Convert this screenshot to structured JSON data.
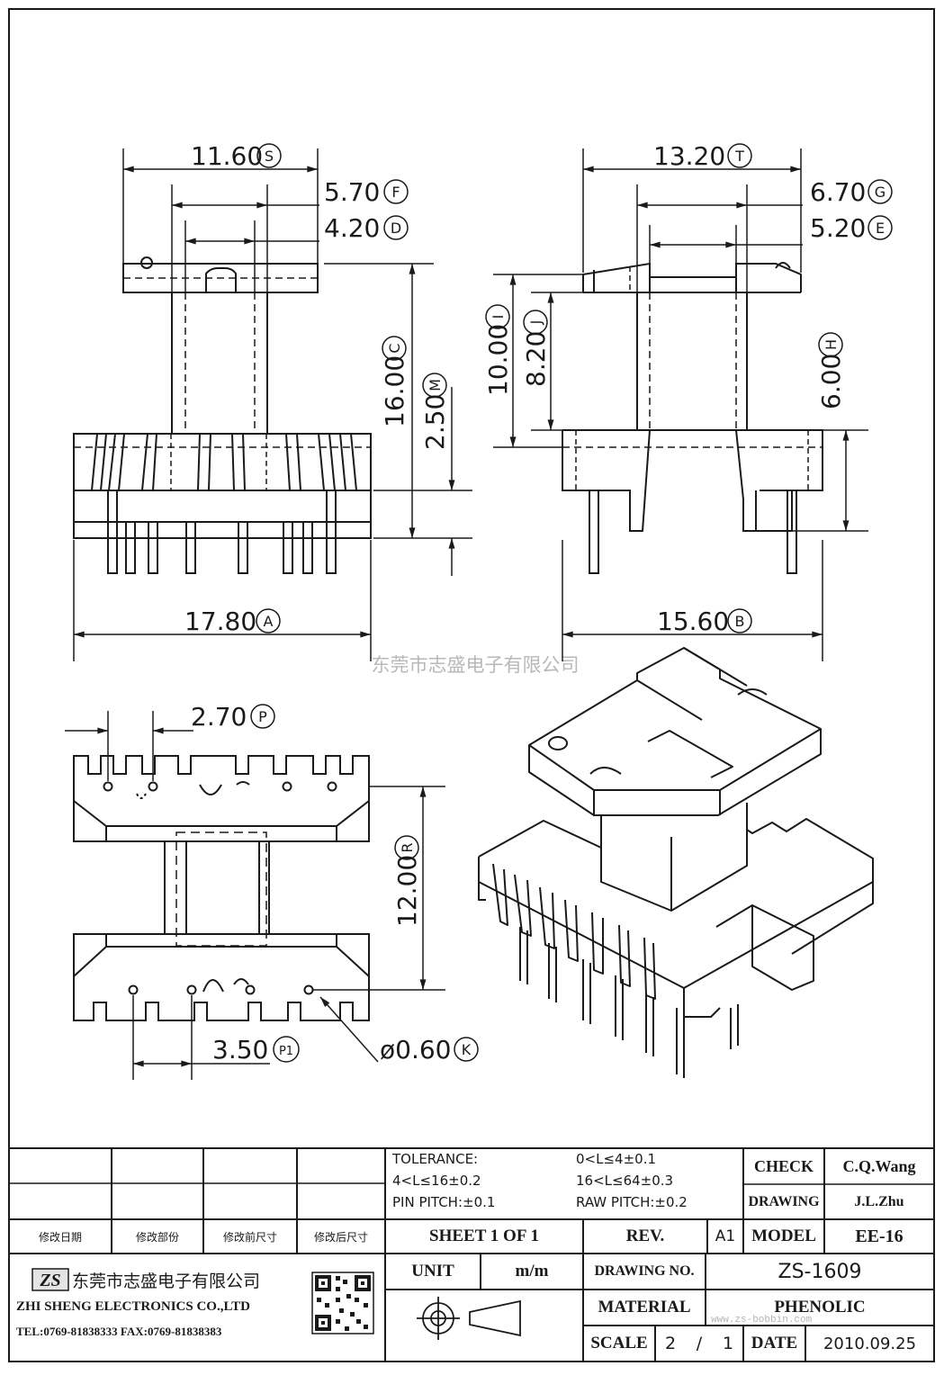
{
  "watermark": "东莞市志盛电子有限公司",
  "website": "www.zs-bobbin.com",
  "dims": {
    "s": "11.60",
    "f": "5.70",
    "d": "4.20",
    "c": "16.00",
    "m": "2.50",
    "a": "17.80",
    "t": "13.20",
    "g": "6.70",
    "e": "5.20",
    "i": "10.00",
    "j": "8.20",
    "h": "6.00",
    "b": "15.60",
    "p": "2.70",
    "r": "12.00",
    "p1": "3.50",
    "k": "ø0.60"
  },
  "dim_letters": {
    "s": "S",
    "f": "F",
    "d": "D",
    "c": "C",
    "m": "M",
    "a": "A",
    "t": "T",
    "g": "G",
    "e": "E",
    "i": "I",
    "j": "J",
    "h": "H",
    "b": "B",
    "p": "P",
    "r": "R",
    "p1": "P1",
    "k": "K"
  },
  "title_block": {
    "tolerance_label": "TOLERANCE:",
    "tol_1": "0<L≤4±0.1",
    "tol_2": "4<L≤16±0.2",
    "tol_3": "16<L≤64±0.3",
    "pin_pitch": "PIN PITCH:±0.1",
    "raw_pitch": "RAW PITCH:±0.2",
    "rev_headers": [
      "修改日期",
      "修改部份",
      "修改前尺寸",
      "修改后尺寸"
    ],
    "check_label": "CHECK",
    "check_value": "C.Q.Wang",
    "drawing_label": "DRAWING",
    "drawing_value": "J.L.Zhu",
    "sheet": "SHEET 1 OF 1",
    "rev_label": "REV.",
    "rev_value": "A1",
    "model_label": "MODEL",
    "model_value": "EE-16",
    "unit_label": "UNIT",
    "unit_value": "m/m",
    "drawing_no_label": "DRAWING NO.",
    "drawing_no_value": "ZS-1609",
    "material_label": "MATERIAL",
    "material_value": "PHENOLIC",
    "scale_label": "SCALE",
    "scale_num": "2",
    "scale_sep": "/",
    "scale_den": "1",
    "date_label": "DATE",
    "date_value": "2010.09.25",
    "company_logo": "ZS",
    "company_cn": "东莞市志盛电子有限公司",
    "company_en": "ZHI SHENG ELECTRONICS CO.,LTD",
    "contact": "TEL:0769-81838333 FAX:0769-81838383"
  }
}
